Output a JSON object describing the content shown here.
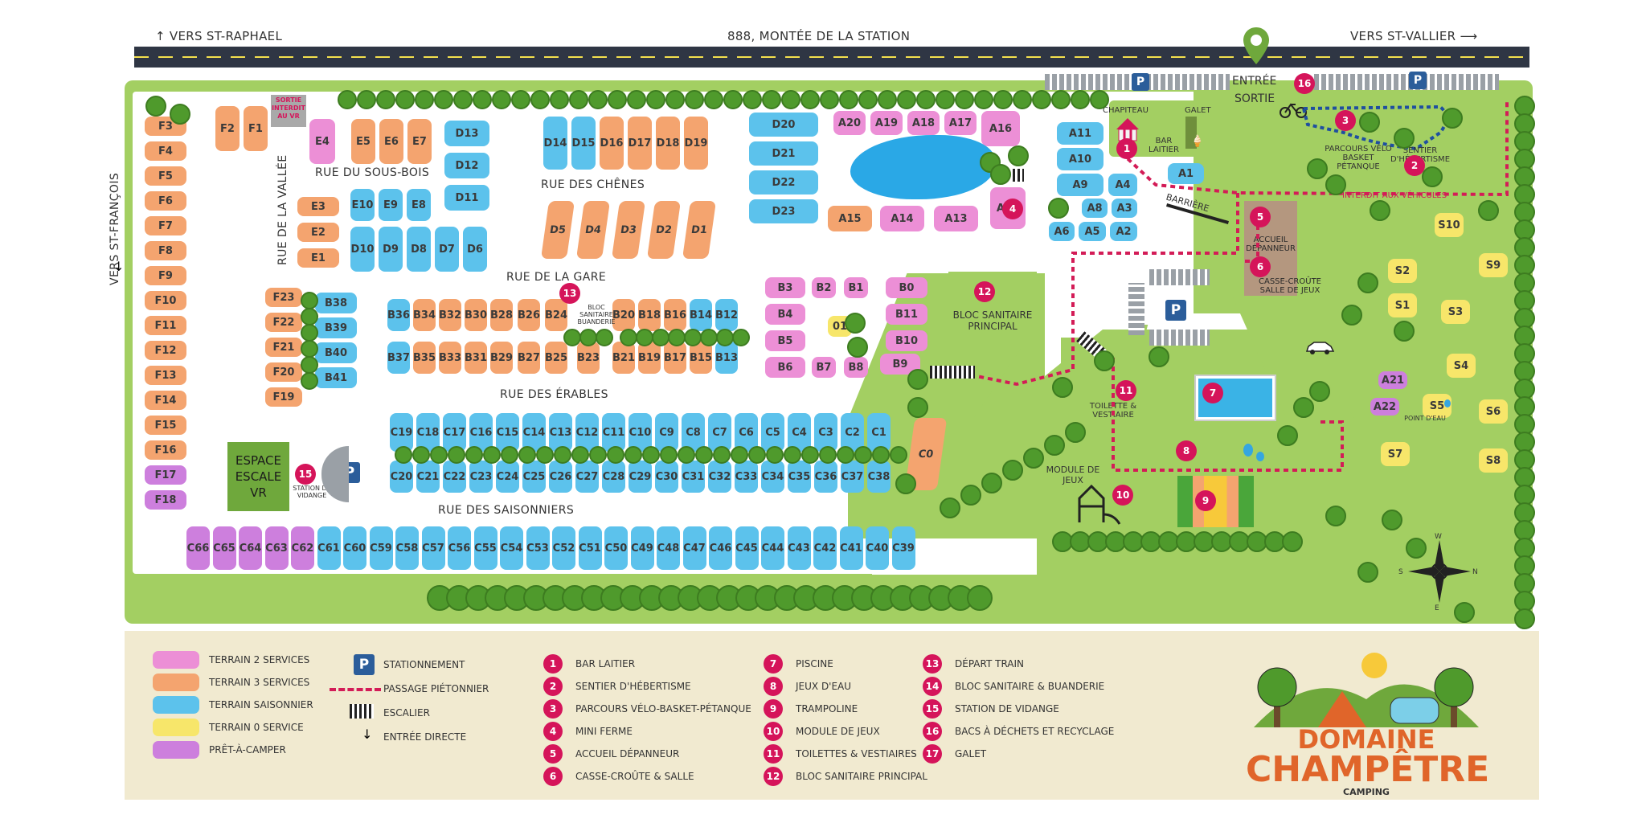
{
  "top": {
    "west": "↑ VERS ST-RAPHAEL",
    "address": "888, MONTÉE DE LA STATION",
    "east": "VERS ST-VALLIER ⟶",
    "left_side": "VERS ST-FRANÇOIS"
  },
  "streets": {
    "sous_bois": "RUE DU SOUS-BOIS",
    "vallee": "RUE DE LA VALLÉE",
    "chenes": "RUE DES CHÊNES",
    "gare": "RUE DE LA GARE",
    "erables": "RUE DES ÉRABLES",
    "saisonniers": "RUE DES SAISONNIERS"
  },
  "labels": {
    "entree": "ENTRÉE",
    "sortie": "SORTIE",
    "sortie_interdit": "SORTIE INTERDIT AU VR",
    "chapiteau": "CHAPITEAU",
    "galet": "GALET",
    "bar_laitier": "BAR LAITIER",
    "barriere": "BARRIÈRE",
    "accueil": "ACCUEIL DÉPANNEUR",
    "casse_croute": "CASSE-CROÛTE SALLE DE JEUX",
    "parcours": "PARCOURS VÉLO BASKET PÉTANQUE",
    "sentier": "SENTIER D'HÉBERTISME",
    "interdit": "INTERDIT AUX VÉHICULES",
    "bloc_principal": "BLOC SANITAIRE PRINCIPAL",
    "bloc_buanderie": "BLOC SANITAIRE BUANDERIE",
    "toilette": "TOILETTE & VESTIAIRE",
    "module": "MODULE DE JEUX",
    "espace": "ESPACE ESCALE VR",
    "station": "STATION DE VIDANGE",
    "point_eau": "POINT D'EAU",
    "compass_n": "N",
    "compass_s": "S",
    "compass_e": "E",
    "compass_w": "W"
  },
  "sites": {
    "F": [
      "F3",
      "F4",
      "F5",
      "F6",
      "F7",
      "F8",
      "F9",
      "F10",
      "F11",
      "F12",
      "F13",
      "F14",
      "F15",
      "F16",
      "F17",
      "F18"
    ],
    "F_top": [
      "F2",
      "F1"
    ],
    "F_mid": [
      "F23",
      "F22",
      "F21",
      "F20",
      "F19"
    ],
    "B_left": [
      "B38",
      "B39",
      "B40",
      "B41"
    ],
    "E_top": [
      "E4",
      "E5",
      "E6",
      "E7"
    ],
    "E_left": [
      "E3",
      "E2",
      "E1"
    ],
    "E_row": [
      "E10",
      "E9",
      "E8"
    ],
    "D_left": [
      "D10",
      "D9",
      "D8",
      "D7",
      "D6"
    ],
    "D_stack": [
      "D13",
      "D12",
      "D11"
    ],
    "D_chenes": [
      "D14",
      "D15",
      "D16",
      "D17",
      "D18",
      "D19"
    ],
    "D_slant": [
      "D5",
      "D4",
      "D3",
      "D2",
      "D1"
    ],
    "D_right": [
      "D20",
      "D21",
      "D22",
      "D23"
    ],
    "A_top": [
      "A20",
      "A19",
      "A18",
      "A17",
      "A16"
    ],
    "A_low": [
      "A15",
      "A14",
      "A13",
      "A12"
    ],
    "A_right": [
      "A11",
      "A10",
      "A9",
      "A4",
      "A8",
      "A3",
      "A6",
      "A5",
      "A2",
      "A1"
    ],
    "B_top": [
      "B36",
      "B34",
      "B32",
      "B30",
      "B28",
      "B26",
      "B24",
      "B20",
      "B18",
      "B16",
      "B14",
      "B12"
    ],
    "B_bot": [
      "B37",
      "B35",
      "B33",
      "B31",
      "B29",
      "B27",
      "B25",
      "B23",
      "B21",
      "B19",
      "B17",
      "B15",
      "B13"
    ],
    "B_block": [
      "B3",
      "B2",
      "B1",
      "B0",
      "B4",
      "B11",
      "B5",
      "B10",
      "B6",
      "B7",
      "B8",
      "B9"
    ],
    "O1": "01",
    "C_top": [
      "C19",
      "C18",
      "C17",
      "C16",
      "C15",
      "C14",
      "C13",
      "C12",
      "C11",
      "C10",
      "C9",
      "C8",
      "C7",
      "C6",
      "C5",
      "C4",
      "C3",
      "C2",
      "C1"
    ],
    "C_mid": [
      "C20",
      "C21",
      "C22",
      "C23",
      "C24",
      "C25",
      "C26",
      "C27",
      "C28",
      "C29",
      "C30",
      "C31",
      "C32",
      "C33",
      "C34",
      "C35",
      "C36",
      "C37",
      "C38"
    ],
    "C0": "C0",
    "C_bot": [
      "C66",
      "C65",
      "C64",
      "C63",
      "C62",
      "C61",
      "C60",
      "C59",
      "C58",
      "C57",
      "C56",
      "C55",
      "C54",
      "C53",
      "C52",
      "C51",
      "C50",
      "C49",
      "C48",
      "C47",
      "C46",
      "C45",
      "C44",
      "C43",
      "C42",
      "C41",
      "C40",
      "C39"
    ],
    "S": [
      "S10",
      "S9",
      "S2",
      "S1",
      "S3",
      "S4",
      "S5",
      "S6",
      "S7",
      "S8"
    ],
    "A_s": [
      "A21",
      "A22"
    ]
  },
  "legend": {
    "types": [
      {
        "label": "TERRAIN 2 SERVICES",
        "color": "#ec8fd6"
      },
      {
        "label": "TERRAIN 3 SERVICES",
        "color": "#f4a46f"
      },
      {
        "label": "TERRAIN SAISONNIER",
        "color": "#5cc2ec"
      },
      {
        "label": "TERRAIN 0 SERVICE",
        "color": "#f7e66a"
      },
      {
        "label": "PRÊT-À-CAMPER",
        "color": "#cd7fdd"
      }
    ],
    "symbols": [
      "STATIONNEMENT",
      "PASSAGE PIÉTONNIER",
      "ESCALIER",
      "ENTRÉE DIRECTE"
    ],
    "p_letter": "P",
    "points": [
      "BAR LAITIER",
      "SENTIER D'HÉBERTISME",
      "PARCOURS VÉLO-BASKET-PÉTANQUE",
      "MINI FERME",
      "ACCUEIL DÉPANNEUR",
      "CASSE-CROÛTE & SALLE",
      "PISCINE",
      "JEUX D'EAU",
      "TRAMPOLINE",
      "MODULE DE JEUX",
      "TOILETTES & VESTIAIRES",
      "BLOC SANITAIRE PRINCIPAL",
      "DÉPART TRAIN",
      "BLOC SANITAIRE & BUANDERIE",
      "STATION DE VIDANGE",
      "BACS À DÉCHETS ET RECYCLAGE",
      "GALET"
    ]
  },
  "logo": {
    "line1": "DOMAINE",
    "line2": "CHAMPÊTRE",
    "line3": "CAMPING"
  },
  "colors": {
    "road": "#2f3644",
    "grass": "#a3cf62",
    "marker": "#d5145a",
    "logo": "#e0652a"
  }
}
